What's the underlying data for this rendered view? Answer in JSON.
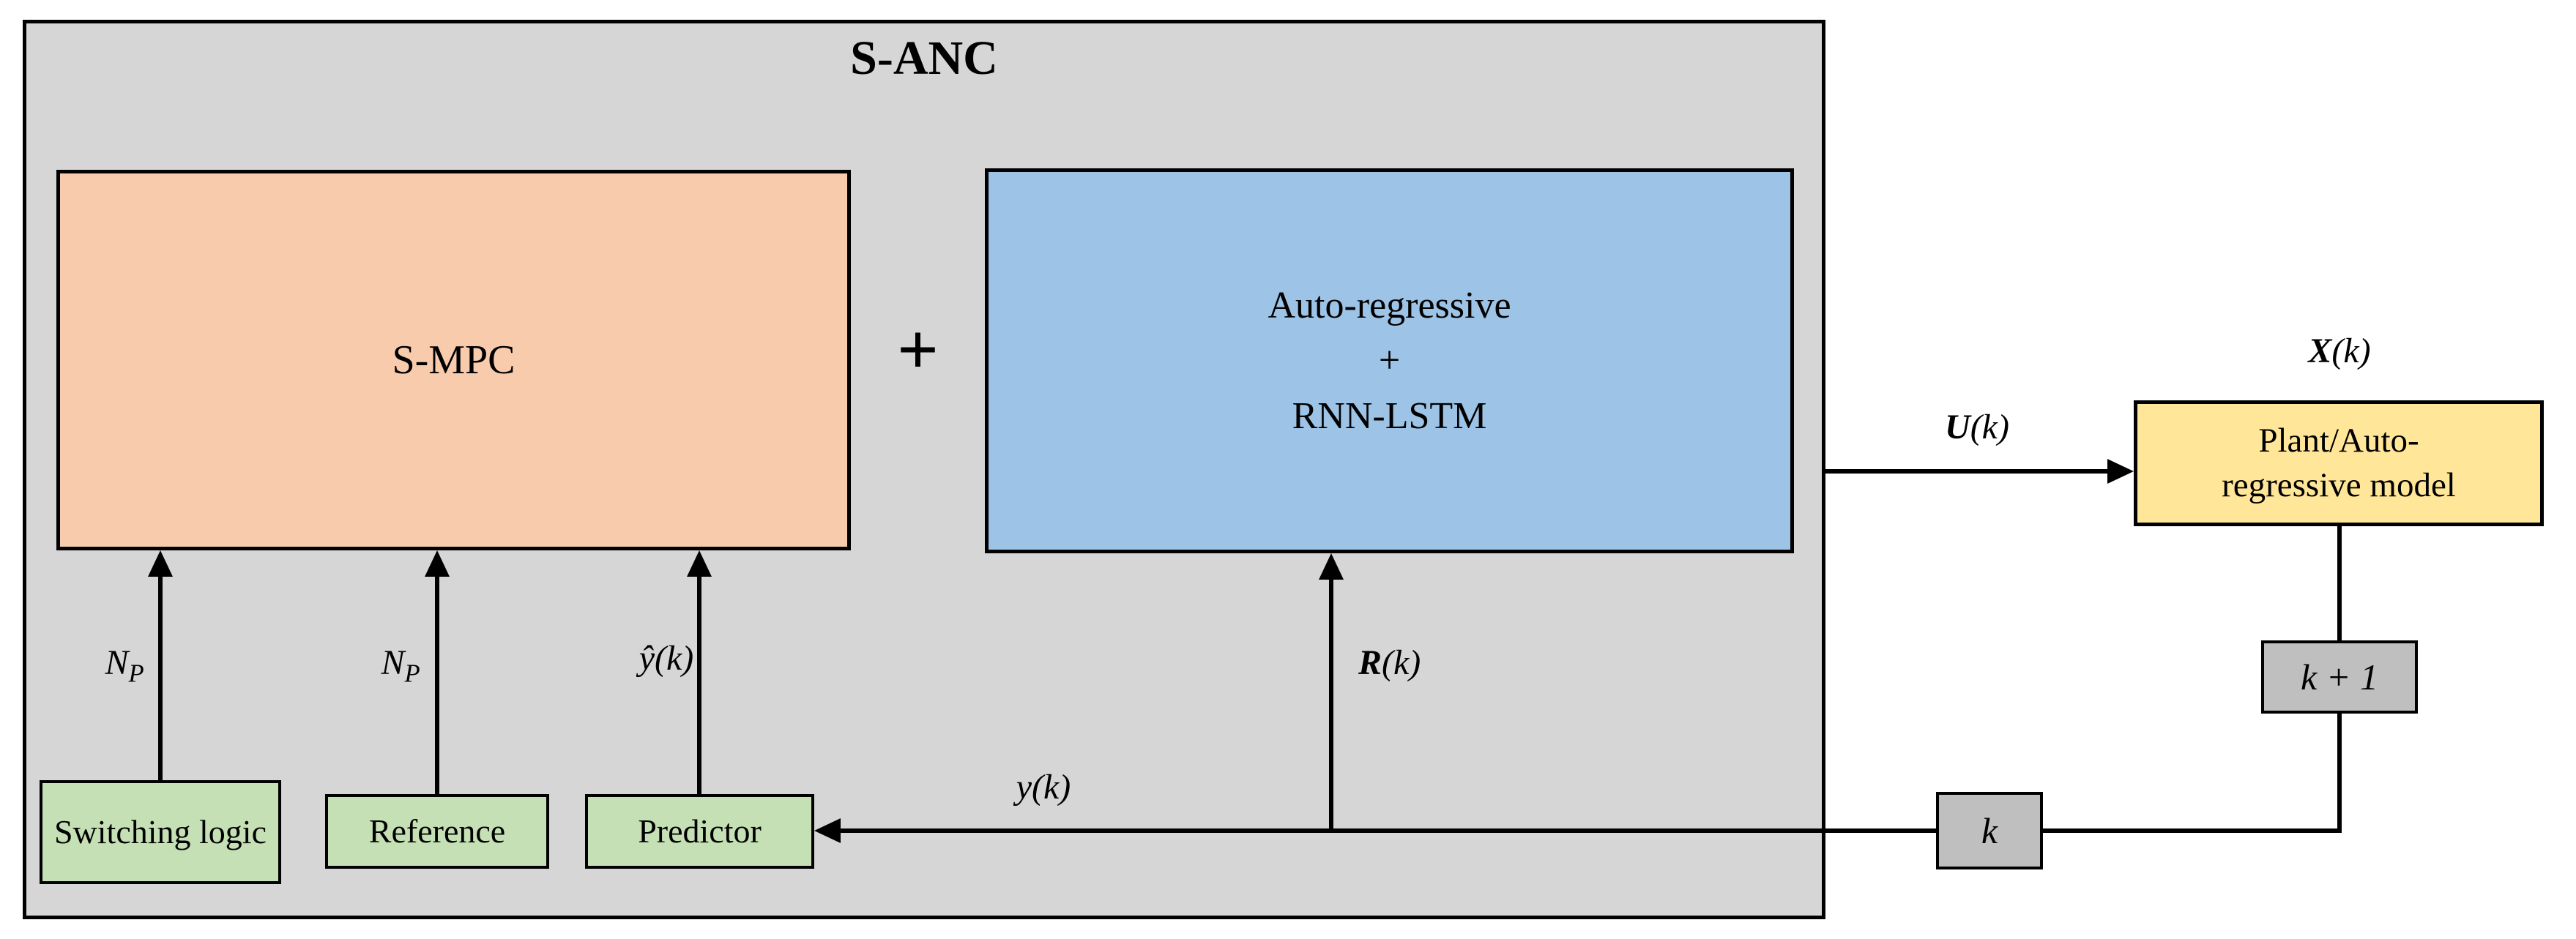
{
  "colors": {
    "container_bg": "#d6d6d6",
    "smpc_bg": "#f8cbad",
    "ar_bg": "#9dc3e6",
    "green_bg": "#c5e0b4",
    "plant_bg": "#ffe699",
    "index_bg": "#bfbfbf",
    "border": "#000000"
  },
  "container": {
    "title": "S-ANC"
  },
  "blocks": {
    "smpc": {
      "label": "S-MPC"
    },
    "plus_between": "+",
    "ar": {
      "line1": "Auto-regressive",
      "line2": "+",
      "line3": "RNN-LSTM"
    },
    "switching": {
      "label": "Switching logic"
    },
    "reference": {
      "label": "Reference"
    },
    "predictor": {
      "label": "Predictor"
    },
    "plant": {
      "line1": "Plant/Auto-",
      "line2": "regressive model"
    },
    "k_plus_1": {
      "label": "k + 1"
    },
    "k": {
      "label": "k"
    }
  },
  "signals": {
    "np1": {
      "base": "N",
      "sub": "P"
    },
    "np2": {
      "base": "N",
      "sub": "P"
    },
    "yhat": "ŷ(k)",
    "r": {
      "letter": "R",
      "rest": "(k)"
    },
    "y": "y(k)",
    "u": {
      "letter": "U",
      "rest": "(k)"
    },
    "x": {
      "letter": "X",
      "rest": "(k)"
    }
  }
}
